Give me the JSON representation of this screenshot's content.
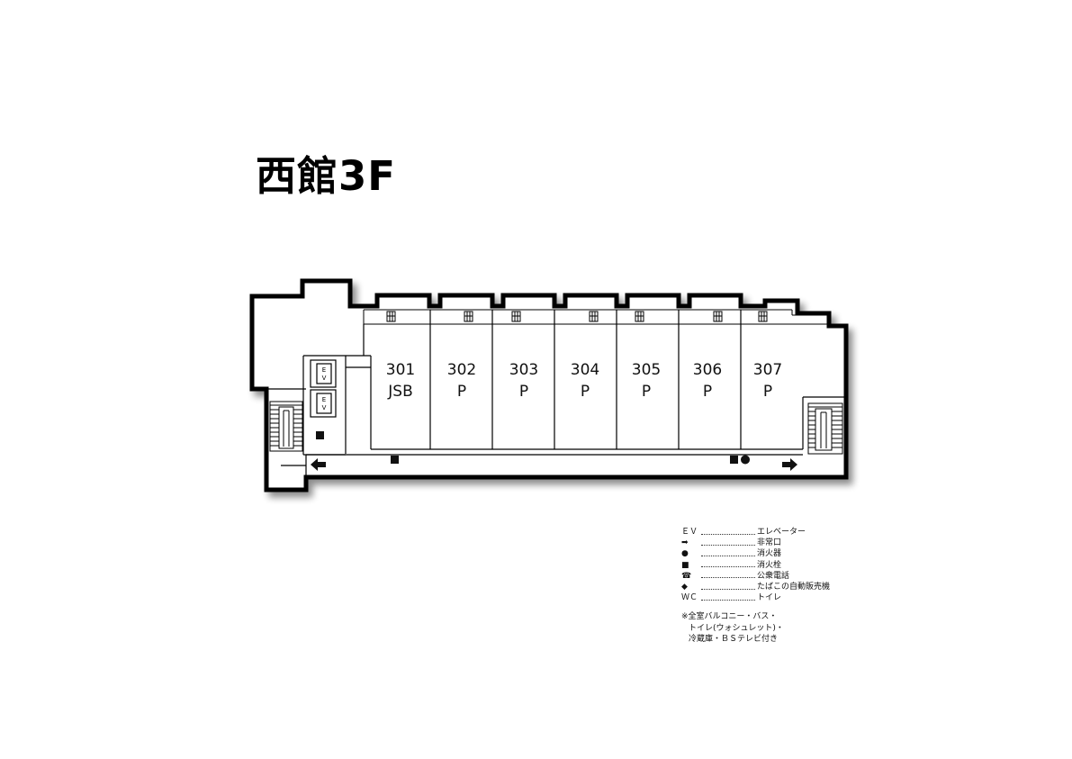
{
  "title": "西館3F",
  "rooms": [
    {
      "number": "301",
      "type": "JSB"
    },
    {
      "number": "302",
      "type": "P"
    },
    {
      "number": "303",
      "type": "P"
    },
    {
      "number": "304",
      "type": "P"
    },
    {
      "number": "305",
      "type": "P"
    },
    {
      "number": "306",
      "type": "P"
    },
    {
      "number": "307",
      "type": "P"
    }
  ],
  "elevator_label": "EV",
  "legend": {
    "items": [
      {
        "symbol": "ＥＶ",
        "icon": "ev-text",
        "label": "エレベーター"
      },
      {
        "symbol": "➡",
        "icon": "exit-arrow-icon",
        "label": "非常口"
      },
      {
        "symbol": "●",
        "icon": "extinguisher-circle-icon",
        "label": "消火器"
      },
      {
        "symbol": "■",
        "icon": "hydrant-square-icon",
        "label": "消火栓"
      },
      {
        "symbol": "☎",
        "icon": "phone-icon",
        "label": "公衆電話"
      },
      {
        "symbol": "◆",
        "icon": "vending-diamond-icon",
        "label": "たばこの自動販売機"
      },
      {
        "symbol": "ＷＣ",
        "icon": "wc-text",
        "label": "トイレ"
      }
    ],
    "note_lines": [
      "※全室バルコニー・バス・",
      "トイレ(ウォシュレット)・",
      "冷蔵庫・ＢＳテレビ付き"
    ]
  },
  "colors": {
    "wall": "#000000",
    "shadow": "#9a9a9a",
    "background": "#ffffff"
  }
}
